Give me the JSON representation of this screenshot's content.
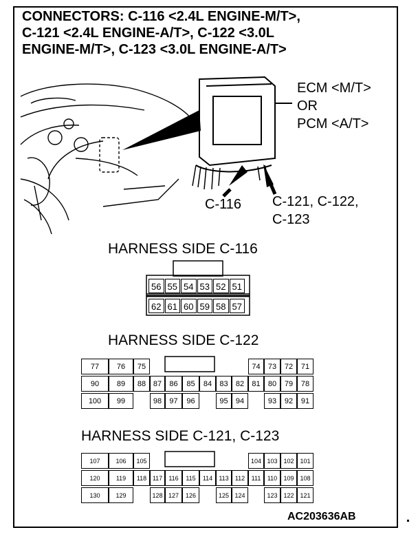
{
  "title_lines": [
    "CONNECTORS: C-116 <2.4L ENGINE-M/T>,",
    "C-121 <2.4L ENGINE-A/T>, C-122 <3.0L",
    "ENGINE-M/T>, C-123 <3.0L ENGINE-A/T>"
  ],
  "ecm_label": [
    "ECM <M/T>",
    "OR",
    "PCM <A/T>"
  ],
  "callouts": {
    "c116": "C-116",
    "c121_line1": "C-121, C-122,",
    "c121_line2": "C-123"
  },
  "headers": {
    "c116": "HARNESS SIDE C-116",
    "c122": "HARNESS SIDE C-122",
    "c121": "HARNESS SIDE C-121, C-123"
  },
  "c116_rows": [
    [
      "56",
      "55",
      "54",
      "53",
      "52",
      "51"
    ],
    [
      "62",
      "61",
      "60",
      "59",
      "58",
      "57"
    ]
  ],
  "c122_rows": [
    [
      "77",
      "76",
      "75",
      "",
      "",
      "",
      "",
      "74",
      "73",
      "",
      "72",
      "71"
    ],
    [
      "90",
      "89",
      "88",
      "87",
      "86",
      "85",
      "84",
      "83",
      "82",
      "81",
      "80",
      "79",
      "78"
    ],
    [
      "100",
      "99",
      "",
      "98",
      "97",
      "96",
      "",
      "95",
      "94",
      "",
      "93",
      "92",
      "91"
    ]
  ],
  "c121_rows": [
    [
      "107",
      "106",
      "105",
      "",
      "",
      "",
      "",
      "104",
      "103",
      "",
      "102",
      "101"
    ],
    [
      "120",
      "119",
      "118",
      "117",
      "116",
      "115",
      "114",
      "113",
      "112",
      "111",
      "110",
      "109",
      "108"
    ],
    [
      "130",
      "129",
      "",
      "128",
      "127",
      "126",
      "",
      "125",
      "124",
      "",
      "123",
      "122",
      "121"
    ]
  ],
  "figure_code": "AC203636AB"
}
